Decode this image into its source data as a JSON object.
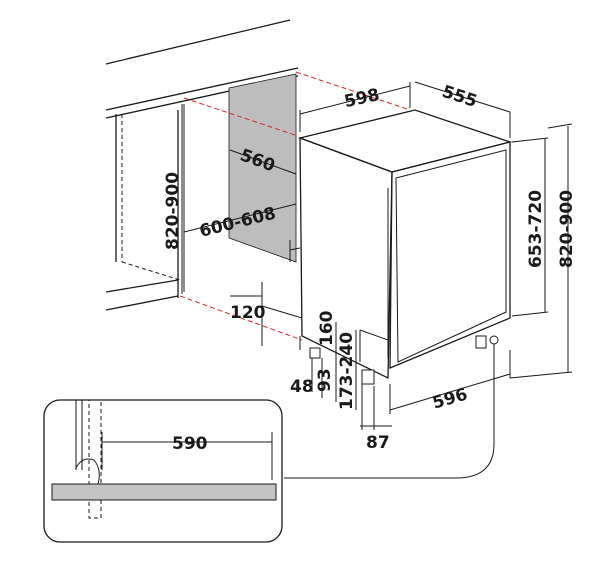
{
  "colors": {
    "line": "#1a1a1a",
    "cutout_dash": "#d9262b",
    "niche_panel": "#bdbdbd",
    "plinth_bar": "#c4c4c4"
  },
  "dimensions": {
    "appliance_width": "598",
    "appliance_depth": "555",
    "niche_depth": "560",
    "niche_width": "600-608",
    "niche_height": "820-900",
    "appliance_height_no_legs": "653-720",
    "appliance_height_total": "820-900",
    "plinth_height": "120",
    "leg_offset": "48",
    "dim_93": "93",
    "dim_160": "160",
    "dim_173_240": "173-240",
    "base_width": "596",
    "foot_offset": "87",
    "detail_width": "590"
  }
}
